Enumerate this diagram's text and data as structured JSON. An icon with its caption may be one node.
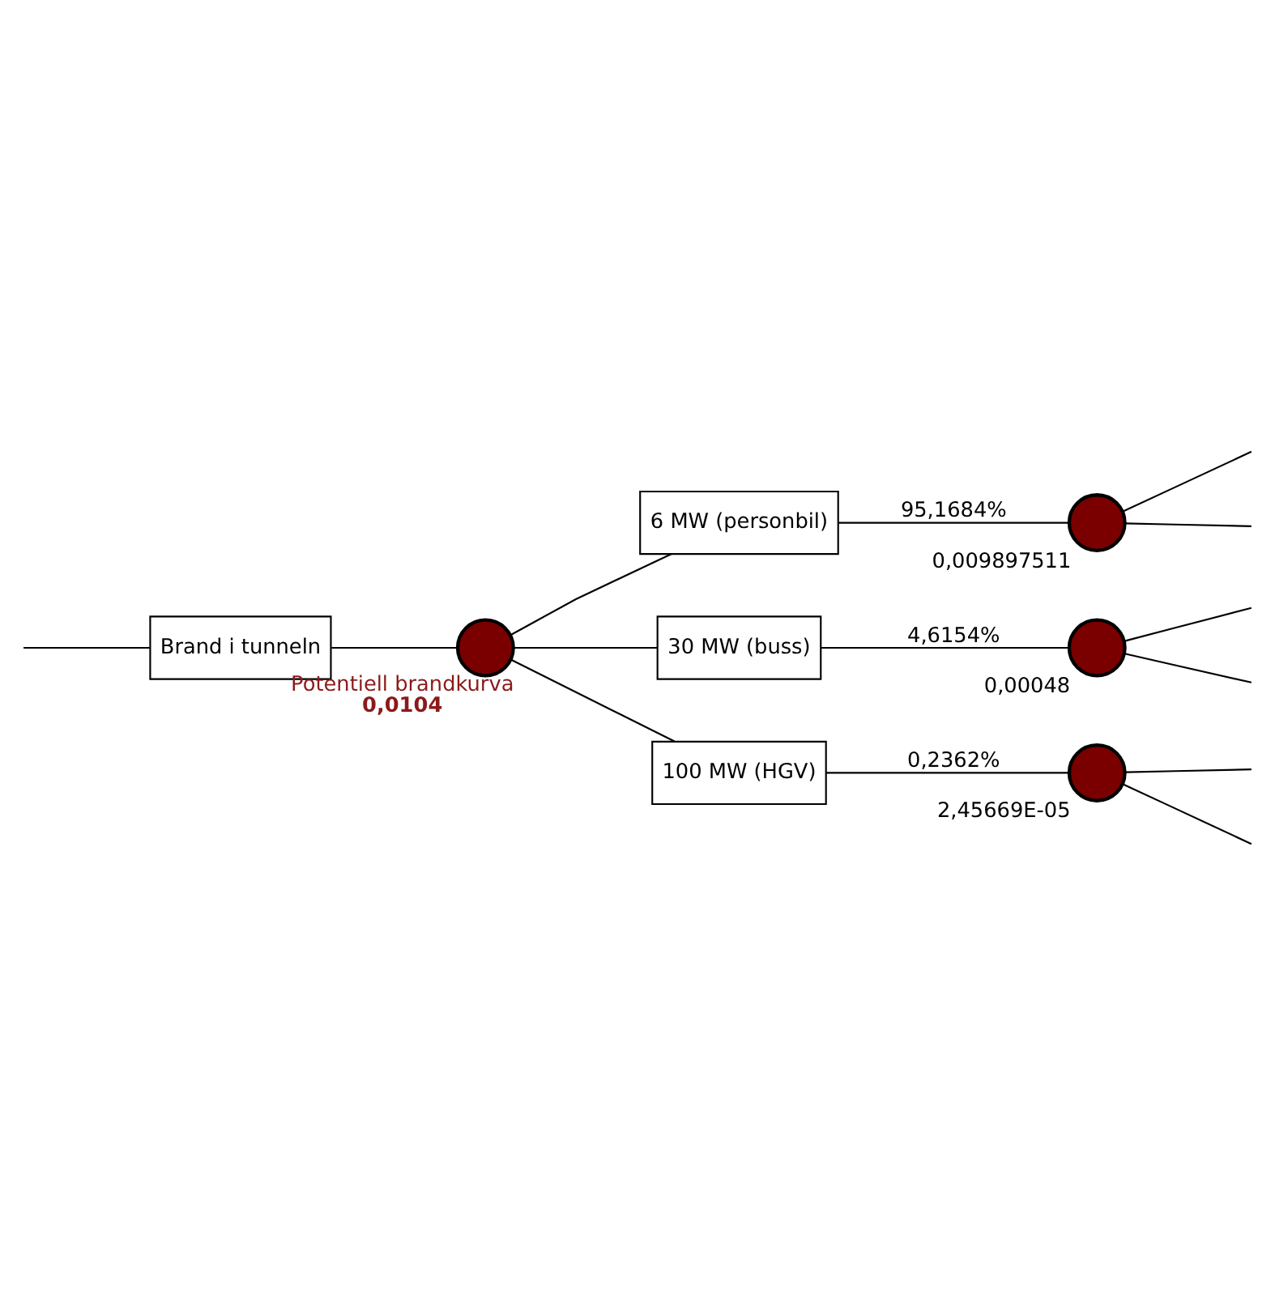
{
  "diagram": {
    "nodes": [
      {
        "text": [
          "Brand i tunneln"
        ]
      },
      {
        "text": [],
        "shape": "circle",
        "beside": [
          "Potentiell brandkurva",
          "0,0104"
        ]
      },
      {
        "text": [
          "6 MW (personbil)"
        ]
      },
      {
        "text": [
          "30 MW (buss)"
        ]
      },
      {
        "text": [
          "100 MW (HGV)"
        ]
      },
      {
        "text": [],
        "shape": "circle",
        "beside": [
          "0,009897511"
        ]
      },
      {
        "text": [],
        "shape": "circle",
        "beside": [
          "0,00048"
        ]
      },
      {
        "text": [],
        "shape": "circle",
        "beside": [
          "2,45669E-05"
        ]
      }
    ],
    "edges": [
      {
        "from": null,
        "to": 0,
        "arrow": "none"
      },
      {
        "from": 0,
        "to": 1,
        "arrow": "none"
      },
      {
        "from": 1,
        "to": 2,
        "arrow": "none"
      },
      {
        "from": 1,
        "to": 3,
        "arrow": "none"
      },
      {
        "from": 1,
        "to": 4,
        "arrow": "none"
      },
      {
        "from": 2,
        "to": 5,
        "arrow": "none",
        "label": "95,1684%"
      },
      {
        "from": 3,
        "to": 6,
        "arrow": "none",
        "label": "4,6154%"
      },
      {
        "from": 4,
        "to": 7,
        "arrow": "none",
        "label": "0,2362%"
      },
      {
        "from": 5,
        "to": null,
        "arrow": "none"
      },
      {
        "from": 5,
        "to": null,
        "arrow": "none"
      },
      {
        "from": 6,
        "to": null,
        "arrow": "none"
      },
      {
        "from": 6,
        "to": null,
        "arrow": "none"
      },
      {
        "from": 7,
        "to": null,
        "arrow": "none"
      },
      {
        "from": 7,
        "to": null,
        "arrow": "none"
      }
    ]
  }
}
